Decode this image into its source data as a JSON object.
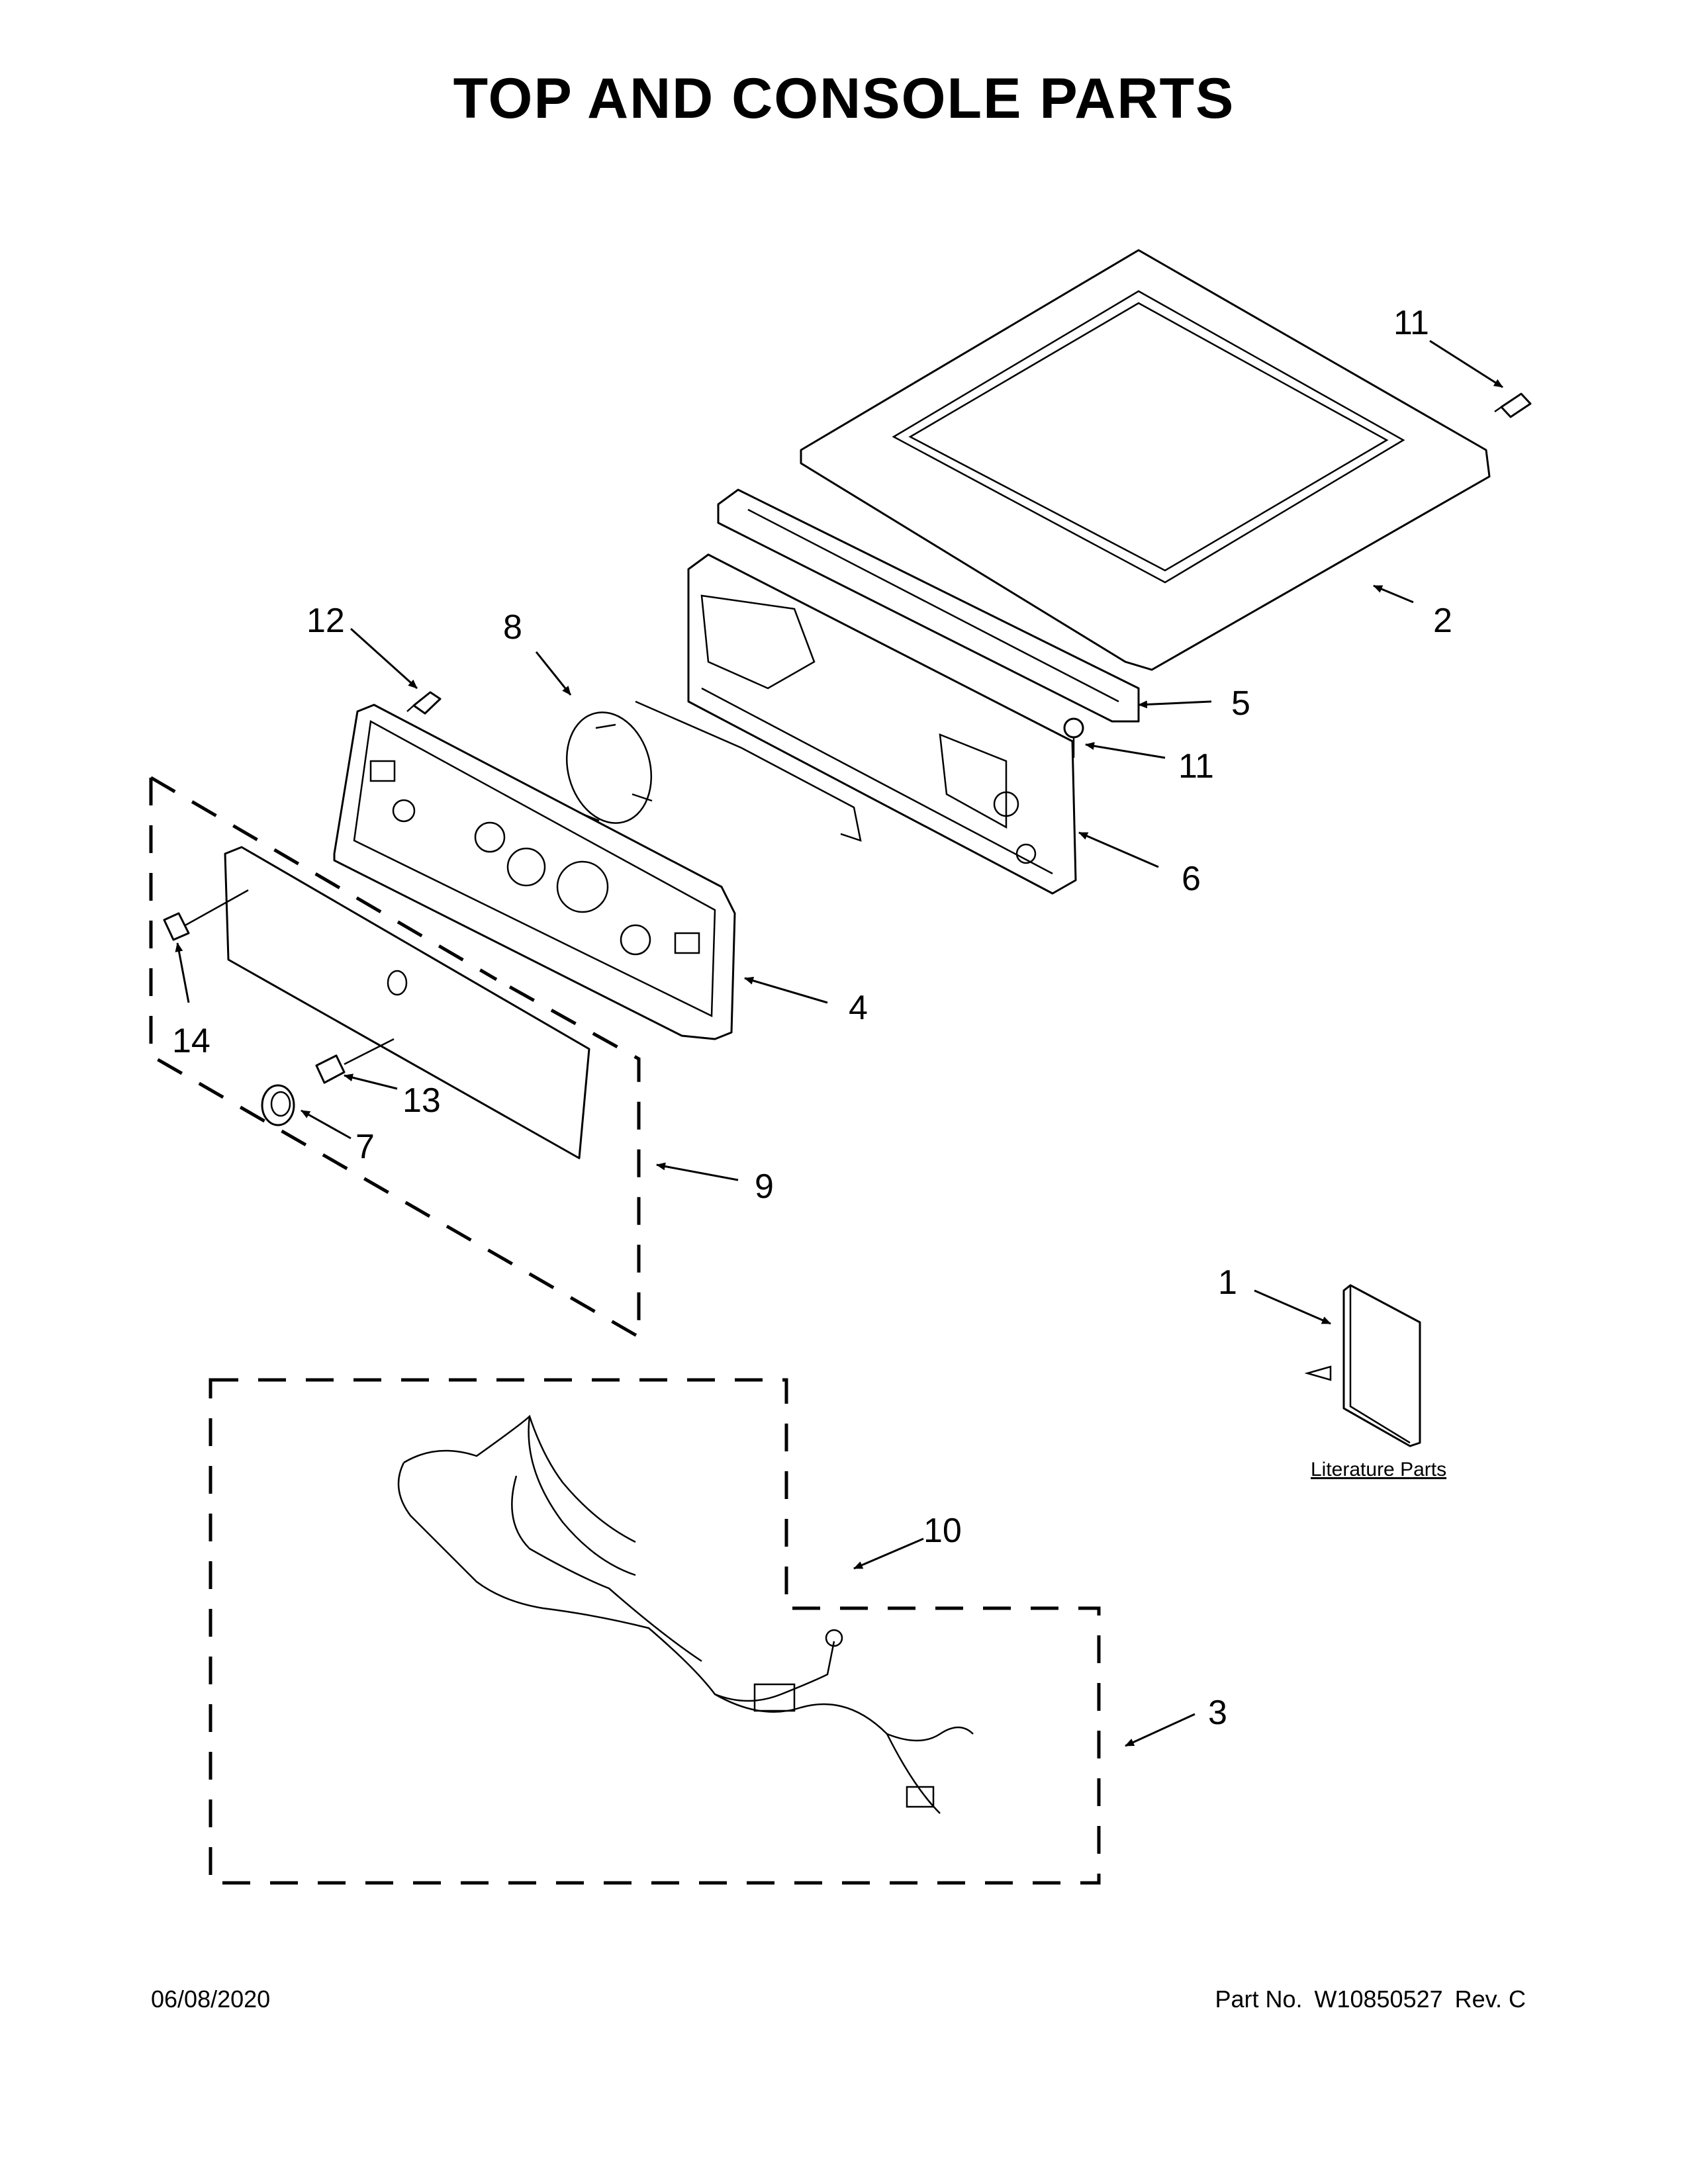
{
  "title": "TOP AND CONSOLE PARTS",
  "footer": {
    "date": "06/08/2020",
    "part_label": "Part No.",
    "part_number": "W10850527",
    "revision": "Rev.  C"
  },
  "literature_label": "Literature Parts",
  "callouts": {
    "c1": "1",
    "c2": "2",
    "c3": "3",
    "c4": "4",
    "c5": "5",
    "c6": "6",
    "c7": "7",
    "c8": "8",
    "c9": "9",
    "c10": "10",
    "c11a": "11",
    "c11b": "11",
    "c12": "12",
    "c13": "13",
    "c14": "14"
  }
}
